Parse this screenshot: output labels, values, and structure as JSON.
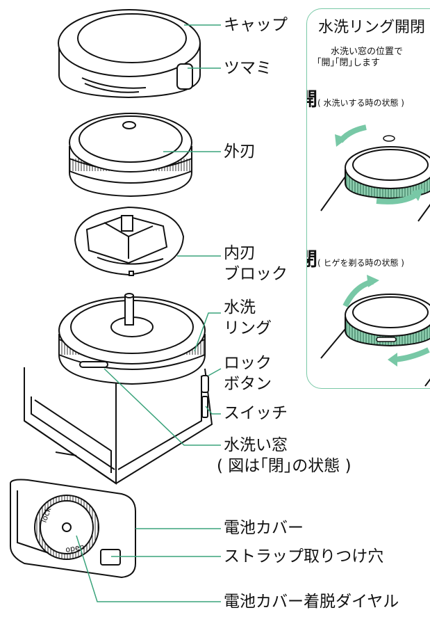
{
  "labels": {
    "cap": "キャップ",
    "knob": "ツマミ",
    "outer_blade": "外刃",
    "inner_blade_1": "内刃",
    "inner_blade_2": "ブロック",
    "wash_ring_1": "水洗",
    "wash_ring_2": "リング",
    "lock_1": "ロック",
    "lock_2": "ボタン",
    "switch": "スイッチ",
    "wash_window": "水洗い窓",
    "wash_window_note": "( 図は｢閉｣の状態 )",
    "battery_cover": "電池カバー",
    "strap_hole": "ストラップ取りつけ穴",
    "battery_dial": "電池カバー着脱ダイヤル"
  },
  "panel": {
    "title": "水洗リング開閉",
    "desc_1": "水洗い窓の位置で",
    "desc_2": "｢開｣｢閉｣します",
    "open_big": "開",
    "open_note": "( 水洗いする時の状態 )",
    "closed_big": "閉",
    "closed_note": "( ヒゲを剃る時の状態 )"
  },
  "dial_text": {
    "lock": "lock",
    "open": "open"
  },
  "colors": {
    "accent_green": "#78c8a6",
    "ring_green": "#8fcfb0",
    "outline": "#111111"
  }
}
